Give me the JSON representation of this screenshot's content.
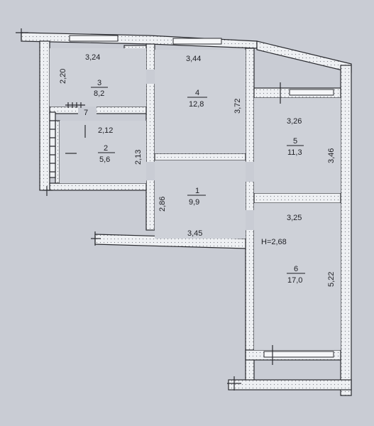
{
  "plan": {
    "colors": {
      "background": "#c9ccd4",
      "wall_fill": "#eef0f3",
      "wall_stroke": "#2a2b30",
      "ink": "#1e1f24"
    },
    "ceiling_height": "H=2,68",
    "rooms": [
      {
        "number": "1",
        "area": "9,9"
      },
      {
        "number": "2",
        "area": "5,6"
      },
      {
        "number": "3",
        "area": "8,2"
      },
      {
        "number": "4",
        "area": "12,8"
      },
      {
        "number": "5",
        "area": "11,3"
      },
      {
        "number": "6",
        "area": "17,0"
      }
    ],
    "dimensions": {
      "room3_width": "3,24",
      "room3_height": "2,20",
      "room4_width": "3,44",
      "room4_height": "3,72",
      "room2_width": "2,12",
      "room2_height": "2,13",
      "room5_width": "3,26",
      "room5_height": "3,46",
      "room1_width": "3,45",
      "room1_height": "2,86",
      "room6_width": "3,25",
      "room6_height": "5,22"
    },
    "markers": {
      "stair_mark": "7"
    },
    "icons": [
      "wall-hatch",
      "window-icon",
      "door-opening"
    ]
  }
}
